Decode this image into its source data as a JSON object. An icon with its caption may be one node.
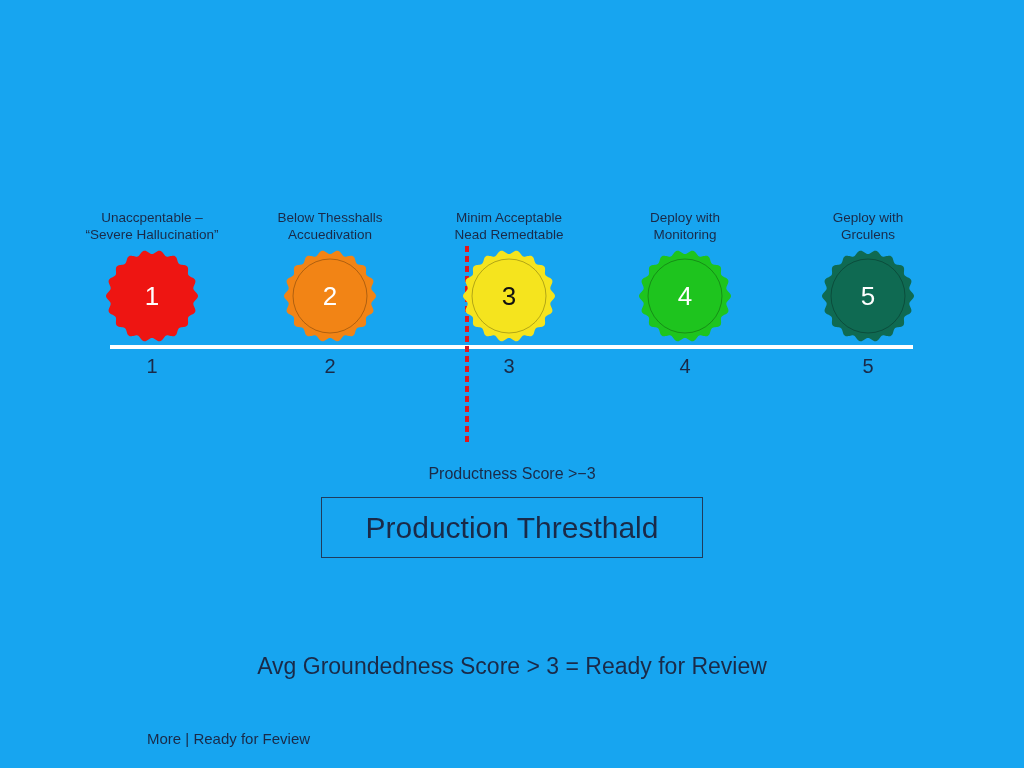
{
  "diagram": {
    "nodes": [
      {
        "text": [
          "Unaccpentable – “Severe Hallucination”",
          "1"
        ]
      },
      {
        "text": [
          "Below Thesshalls Accuedivation",
          "2"
        ]
      },
      {
        "text": [
          "Minim Acceptable Nead Remedtable",
          "3"
        ]
      },
      {
        "text": [
          "Deploy with Monitoring",
          "4"
        ]
      },
      {
        "text": [
          "Geploy with Grculens",
          "5"
        ]
      },
      {
        "text": [
          "Productness Score >−3",
          "Production Thresthald"
        ]
      }
    ],
    "labels": [
      "1",
      "2",
      "3",
      "4",
      "5",
      "Avg Groundedness Score > 3 = Ready for Review",
      "More | Ready for Feview"
    ]
  }
}
